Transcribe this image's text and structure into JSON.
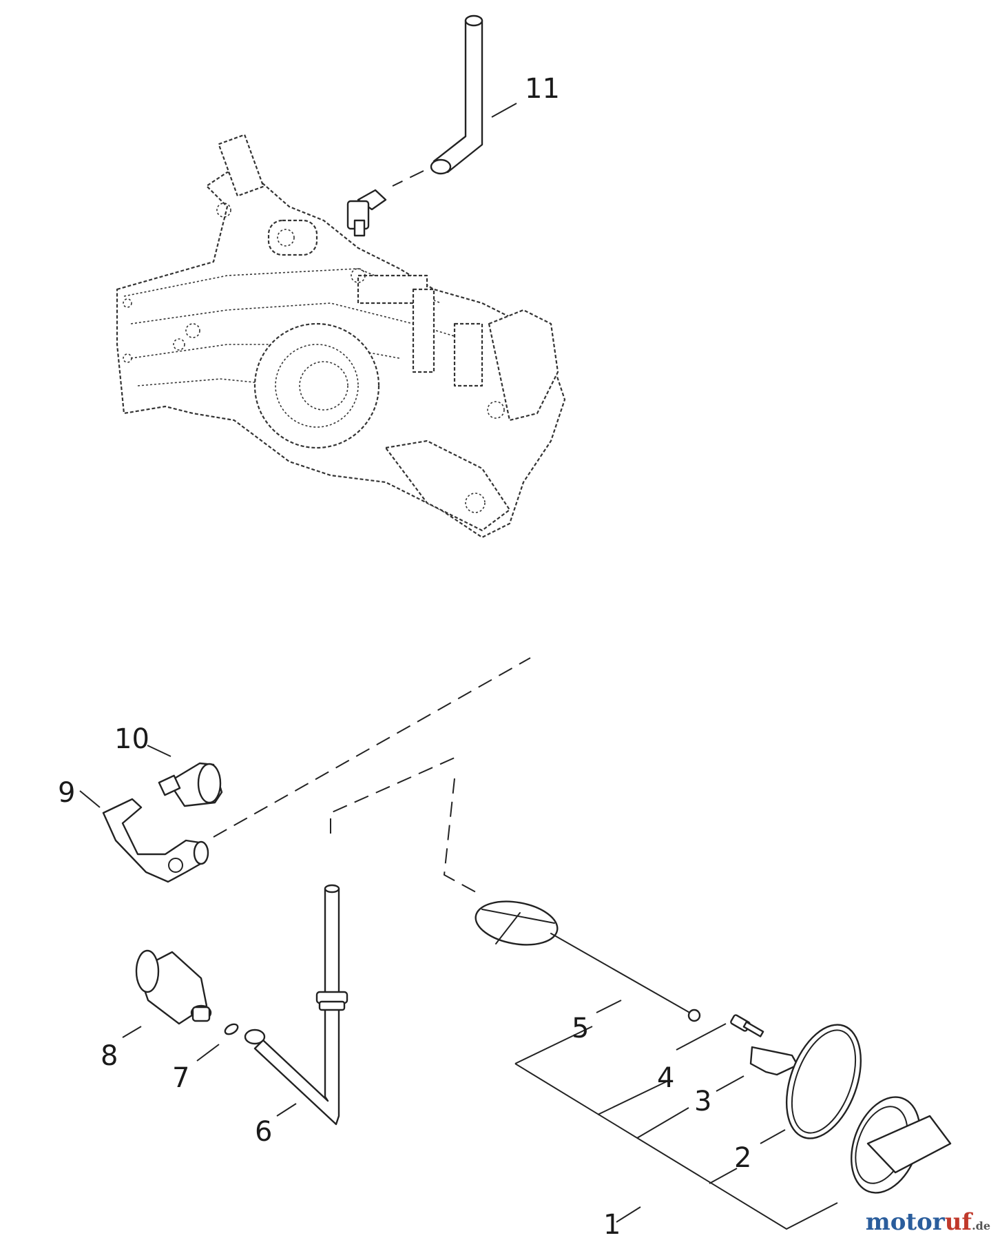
{
  "diagram": {
    "callouts": {
      "p1": "1",
      "p2": "2",
      "p3": "3",
      "p4": "4",
      "p5": "5",
      "p6": "6",
      "p7": "7",
      "p8": "8",
      "p9": "9",
      "p10": "10",
      "p11": "11"
    }
  },
  "watermark": {
    "part1": "motor",
    "part2": "uf",
    "suffix": ".de"
  }
}
